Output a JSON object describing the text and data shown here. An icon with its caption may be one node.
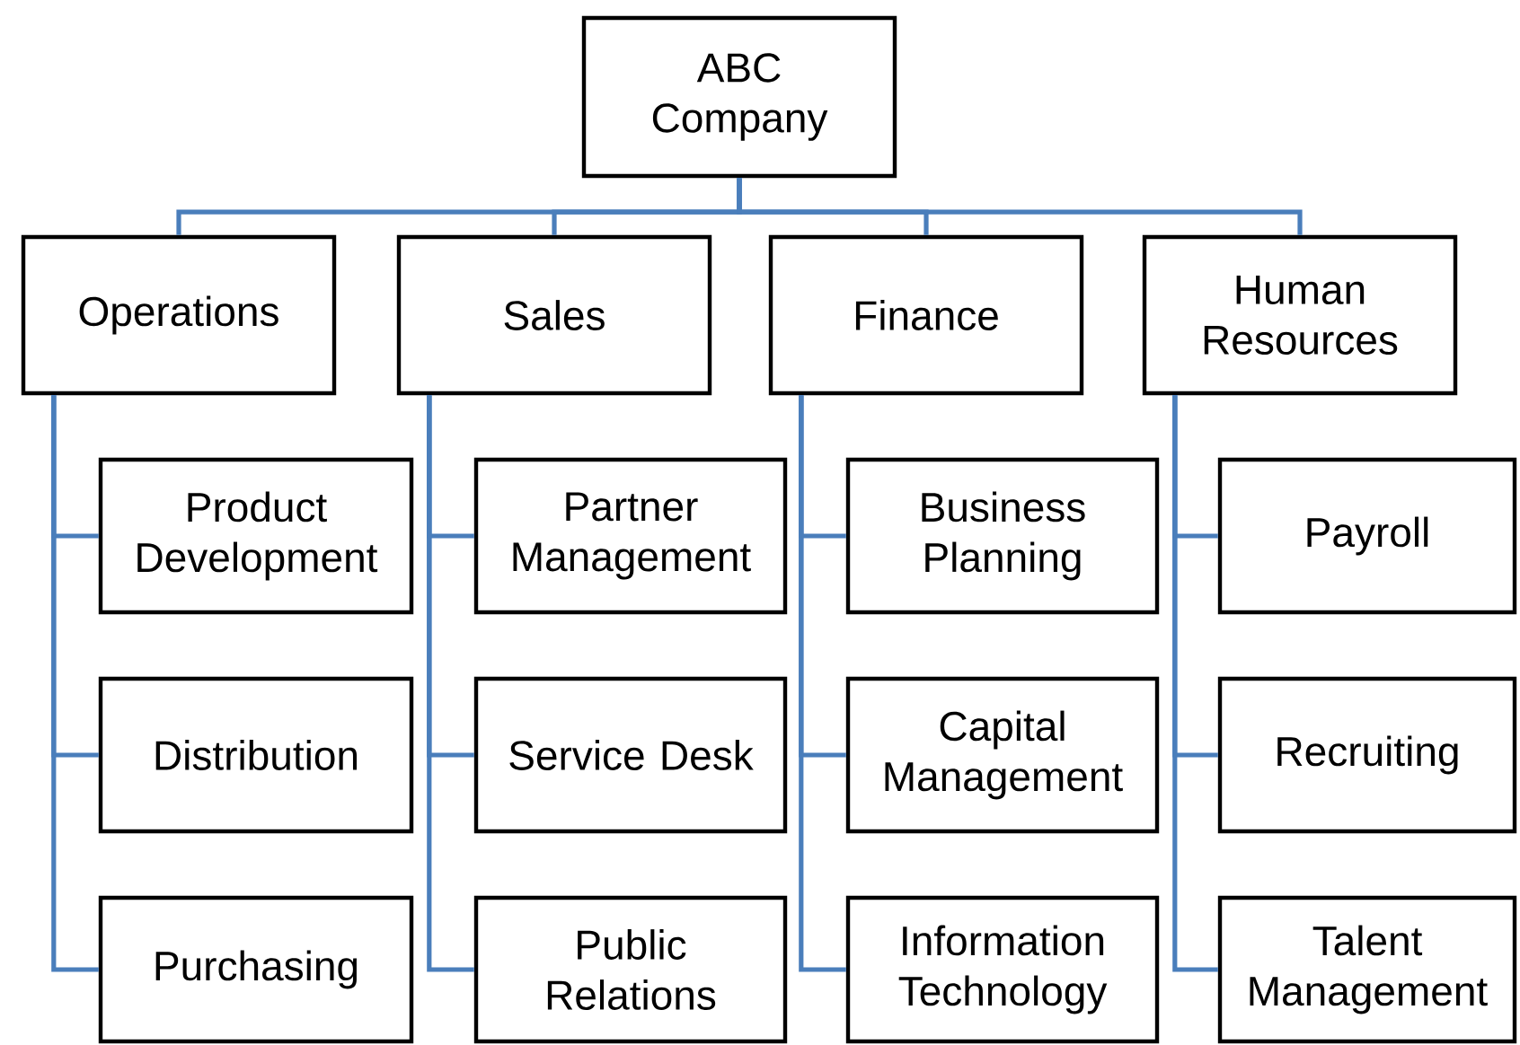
{
  "diagram": {
    "nodes": [
      {
        "text": [
          "ABC Company"
        ]
      },
      {
        "text": [
          "Operations"
        ]
      },
      {
        "text": [
          "Sales"
        ]
      },
      {
        "text": [
          "Finance"
        ]
      },
      {
        "text": [
          "Human Resources"
        ]
      },
      {
        "text": [
          "Product Development"
        ]
      },
      {
        "text": [
          "Distribution"
        ]
      },
      {
        "text": [
          "Purchasing"
        ]
      },
      {
        "text": [
          "Partner Management"
        ]
      },
      {
        "text": [
          "Service Desk"
        ]
      },
      {
        "text": [
          "Public Relations"
        ]
      },
      {
        "text": [
          "Business Planning"
        ]
      },
      {
        "text": [
          "Capital Management"
        ]
      },
      {
        "text": [
          "Information Technology"
        ]
      },
      {
        "text": [
          "Payroll"
        ]
      },
      {
        "text": [
          "Recruiting"
        ]
      },
      {
        "text": [
          "Talent Management"
        ]
      }
    ],
    "edges": [
      {
        "from": 0,
        "to": 1,
        "arrow": "none"
      },
      {
        "from": 0,
        "to": 2,
        "arrow": "none"
      },
      {
        "from": 0,
        "to": 3,
        "arrow": "none"
      },
      {
        "from": 0,
        "to": 4,
        "arrow": "none"
      },
      {
        "from": 1,
        "to": 5,
        "arrow": "none"
      },
      {
        "from": 1,
        "to": 6,
        "arrow": "none"
      },
      {
        "from": 1,
        "to": 7,
        "arrow": "none"
      },
      {
        "from": 2,
        "to": 8,
        "arrow": "none"
      },
      {
        "from": 2,
        "to": 9,
        "arrow": "none"
      },
      {
        "from": 2,
        "to": 10,
        "arrow": "none"
      },
      {
        "from": 3,
        "to": 11,
        "arrow": "none"
      },
      {
        "from": 3,
        "to": 12,
        "arrow": "none"
      },
      {
        "from": 3,
        "to": 13,
        "arrow": "none"
      },
      {
        "from": 4,
        "to": 14,
        "arrow": "none"
      },
      {
        "from": 4,
        "to": 15,
        "arrow": "none"
      },
      {
        "from": 4,
        "to": 16,
        "arrow": "none"
      }
    ]
  }
}
